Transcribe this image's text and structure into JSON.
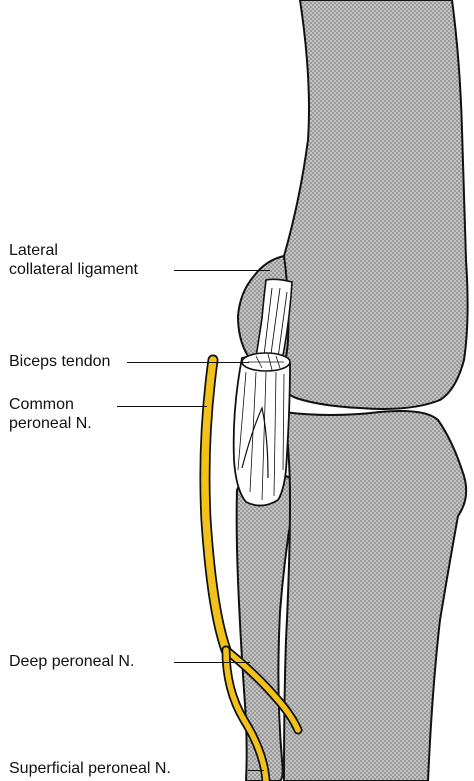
{
  "labels": {
    "lateral_collateral_ligament": [
      "Lateral",
      "collateral ligament"
    ],
    "biceps_tendon": "Biceps tendon",
    "common_peroneal_nerve": [
      "Common",
      "peroneal N."
    ],
    "deep_peroneal_nerve": "Deep peroneal N.",
    "superficial_peroneal_nerve": "Superficial peroneal N."
  },
  "colors": {
    "bone_fill": "#b9b9b9",
    "outline": "#111111",
    "nerve": "#f2c21b",
    "background": "#ffffff"
  }
}
